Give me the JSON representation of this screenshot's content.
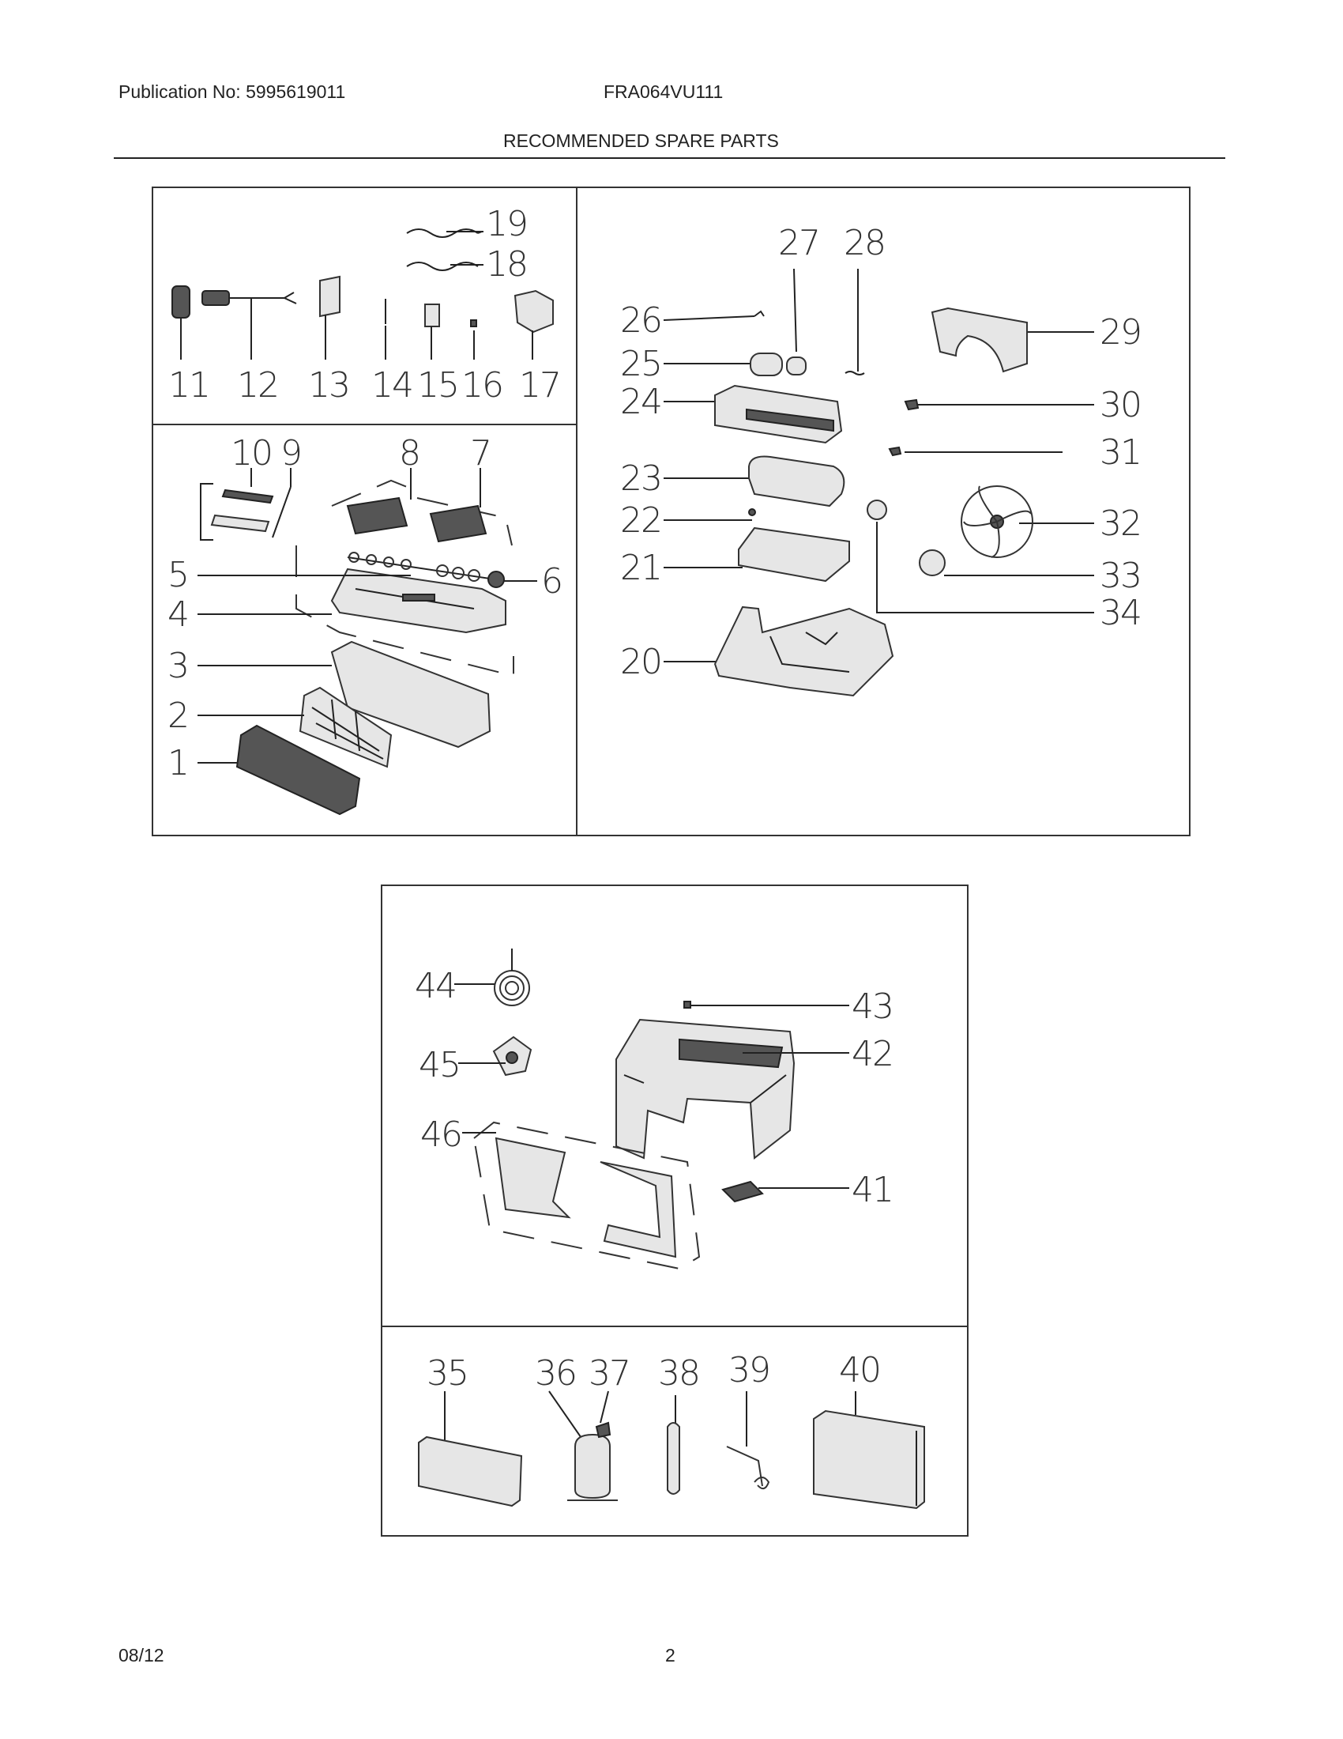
{
  "header": {
    "publication": "Publication No: 5995619011",
    "model": "FRA064VU111",
    "title": "RECOMMENDED SPARE PARTS"
  },
  "footer": {
    "date": "08/12",
    "page": "2"
  },
  "callouts": [
    "1",
    "2",
    "3",
    "4",
    "5",
    "6",
    "7",
    "8",
    "9",
    "10",
    "11",
    "12",
    "13",
    "14",
    "15",
    "16",
    "17",
    "18",
    "19",
    "20",
    "21",
    "22",
    "23",
    "24",
    "25",
    "26",
    "27",
    "28",
    "29",
    "30",
    "31",
    "32",
    "33",
    "34",
    "35",
    "36",
    "37",
    "38",
    "39",
    "40",
    "41",
    "42",
    "43",
    "44",
    "45",
    "46"
  ]
}
